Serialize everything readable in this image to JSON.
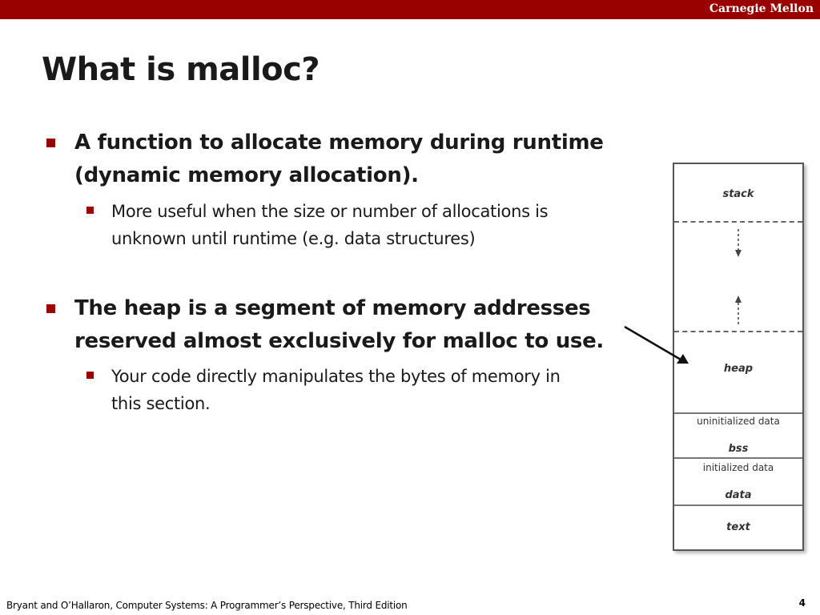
{
  "header": {
    "brand": "Carnegie Mellon"
  },
  "slide": {
    "title": "What is malloc?",
    "bullets": [
      {
        "text_lines": [
          "A function to allocate memory during runtime",
          "(dynamic memory allocation)."
        ],
        "sub": {
          "text_lines": [
            "More useful when the size or number of allocations is",
            "unknown until runtime (e.g. data structures)"
          ]
        }
      },
      {
        "text_lines": [
          "The heap is a segment of memory addresses",
          "reserved almost exclusively for malloc to use."
        ],
        "sub": {
          "text_lines": [
            "Your code directly manipulates the bytes of memory in",
            "this section."
          ]
        }
      }
    ]
  },
  "memory_diagram": {
    "labels": {
      "stack": "stack",
      "heap": "heap",
      "uninit": "uninitialized data",
      "bss": "bss",
      "init": "initialized data",
      "data": "data",
      "text": "text"
    }
  },
  "footer": {
    "citation": "Bryant and O’Hallaron, Computer Systems: A Programmer’s Perspective, Third Edition",
    "page": "4"
  },
  "colors": {
    "accent": "#990000",
    "text": "#1a1a1a"
  }
}
